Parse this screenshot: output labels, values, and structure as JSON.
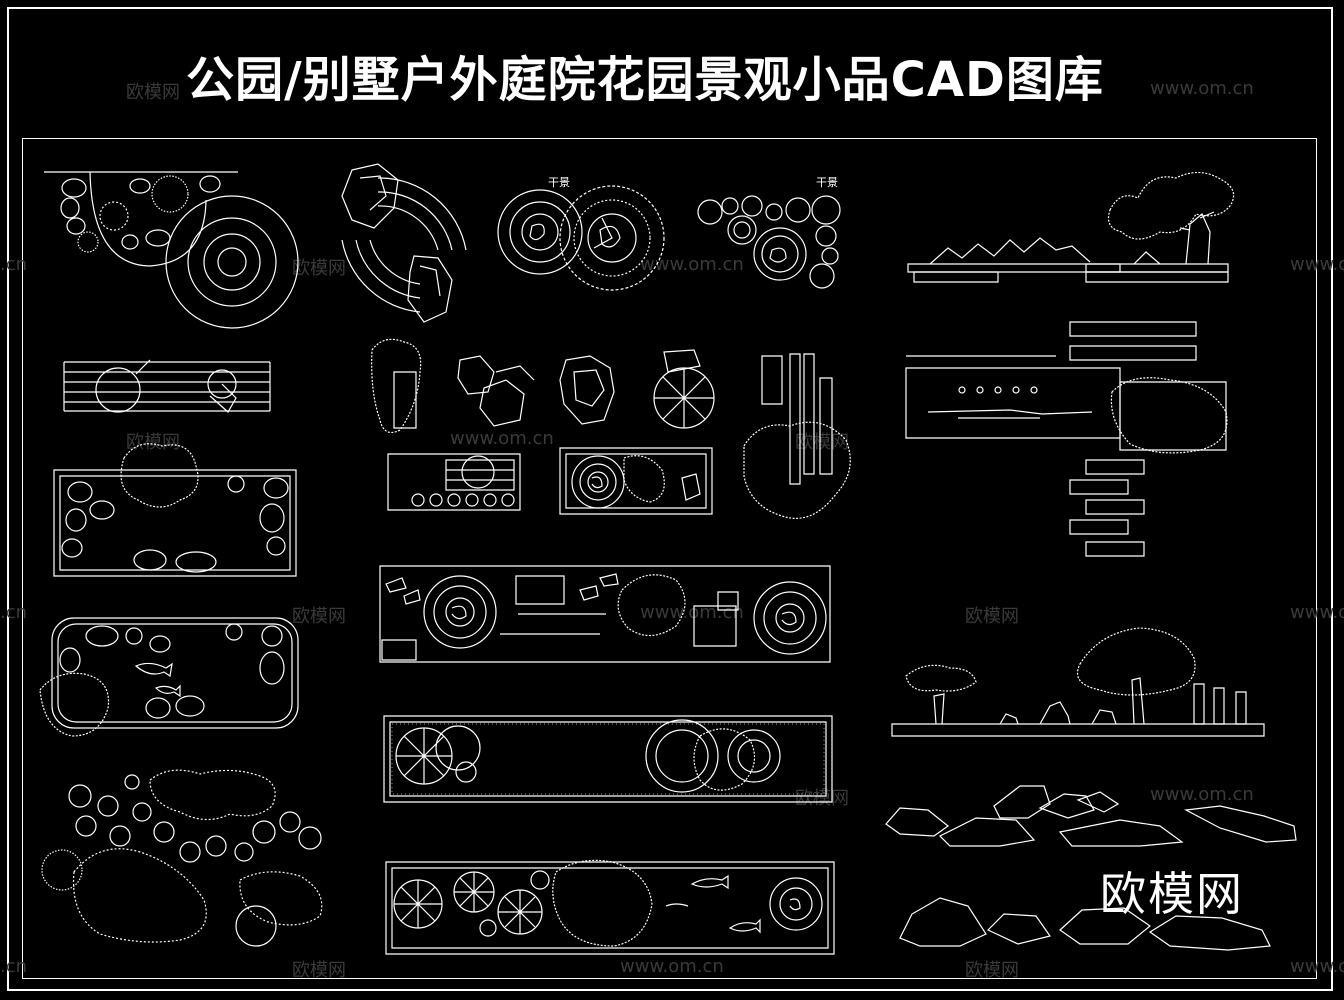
{
  "title": "公园/别墅户外庭院花园景观小品CAD图库",
  "brand": "欧模网",
  "watermarks": {
    "cn": "欧模网",
    "url": "www.om.cn",
    "url_short": ".cn"
  },
  "labels": {
    "dry_landscape_1": "干景",
    "dry_landscape_2": "干景"
  },
  "colors": {
    "background": "#000000",
    "line": "#ffffff",
    "watermark": "#3a3a3a"
  }
}
